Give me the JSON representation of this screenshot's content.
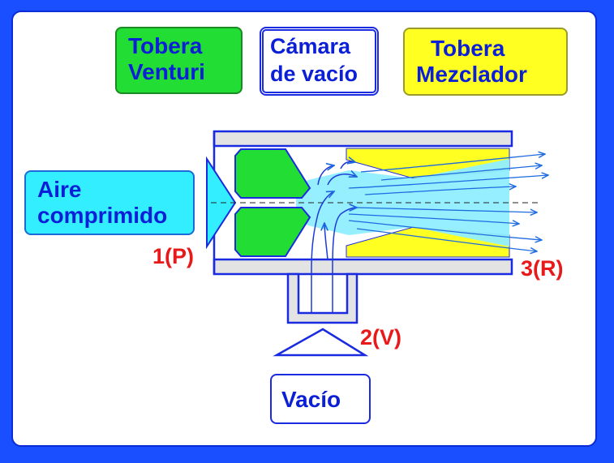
{
  "labels": {
    "tobera_venturi": [
      "Tobera",
      "Venturi"
    ],
    "camara_vacio": [
      "Cámara",
      "de vacío"
    ],
    "tobera_mezclador": [
      "Tobera",
      "Mezclador"
    ],
    "aire_comprimido": [
      "Aire",
      "comprimido"
    ],
    "vacio": "Vacío"
  },
  "ports": {
    "p1": "1(P)",
    "p2": "2(V)",
    "p3": "3(R)"
  },
  "colors": {
    "background": "#1a4fff",
    "venturi_green": "#22dd33",
    "mixer_yellow": "#ffff22",
    "air_cyan": "#33eeff",
    "jet_cyan": "#8feeff",
    "housing_gray": "#e3e3e3",
    "outline_blue": "#1a2ae0",
    "port_red": "#e8191a"
  }
}
